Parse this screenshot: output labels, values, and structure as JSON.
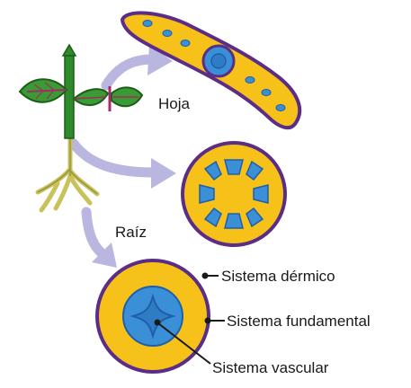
{
  "labels": {
    "leaf": "Hoja",
    "root": "Raíz",
    "dermal": "Sistema dérmico",
    "ground": "Sistema fundamental",
    "vascular": "Sistema vascular"
  },
  "colors": {
    "dermal": "#5b2d86",
    "ground": "#f6c21a",
    "vascular": "#3a8fd6",
    "vascular_dark": "#1f5fa8",
    "arrow": "#b9b6e0",
    "stem": "#2f8a2c",
    "leaf": "#3a9a33",
    "leaf_vein": "#a42b63",
    "root": "#c8c25a"
  },
  "icons": [
    "plant-icon",
    "leaf-cross-section-icon",
    "stem-cross-section-icon",
    "root-cross-section-icon",
    "arrow-icon"
  ]
}
